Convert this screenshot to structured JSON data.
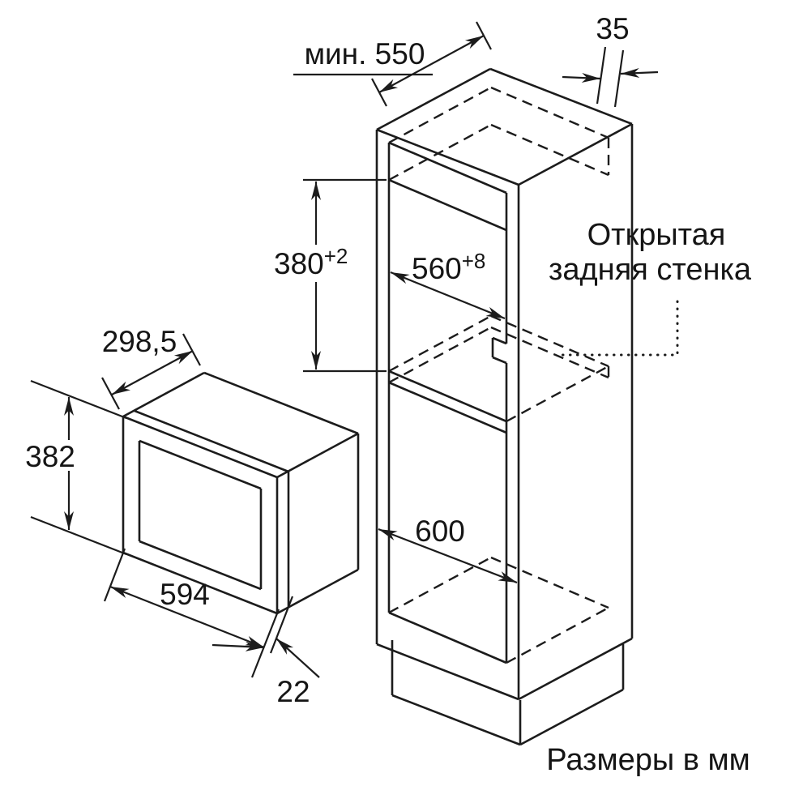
{
  "diagram": {
    "caption": "Размеры в мм",
    "open_back_note": {
      "line1": "Открытая",
      "line2": "задняя стенка"
    },
    "dimensions": {
      "cabinet_depth_min": "мин. 550",
      "wall_thickness": "35",
      "niche_height": {
        "base": "380",
        "sup": "+2"
      },
      "niche_width": {
        "base": "560",
        "sup": "+8"
      },
      "cabinet_width": "600",
      "appliance_depth": "298,5",
      "appliance_height": "382",
      "appliance_width": "594",
      "frame_protrusion": "22"
    },
    "colors": {
      "ink": "#1c1c1c",
      "background": "#ffffff"
    }
  }
}
